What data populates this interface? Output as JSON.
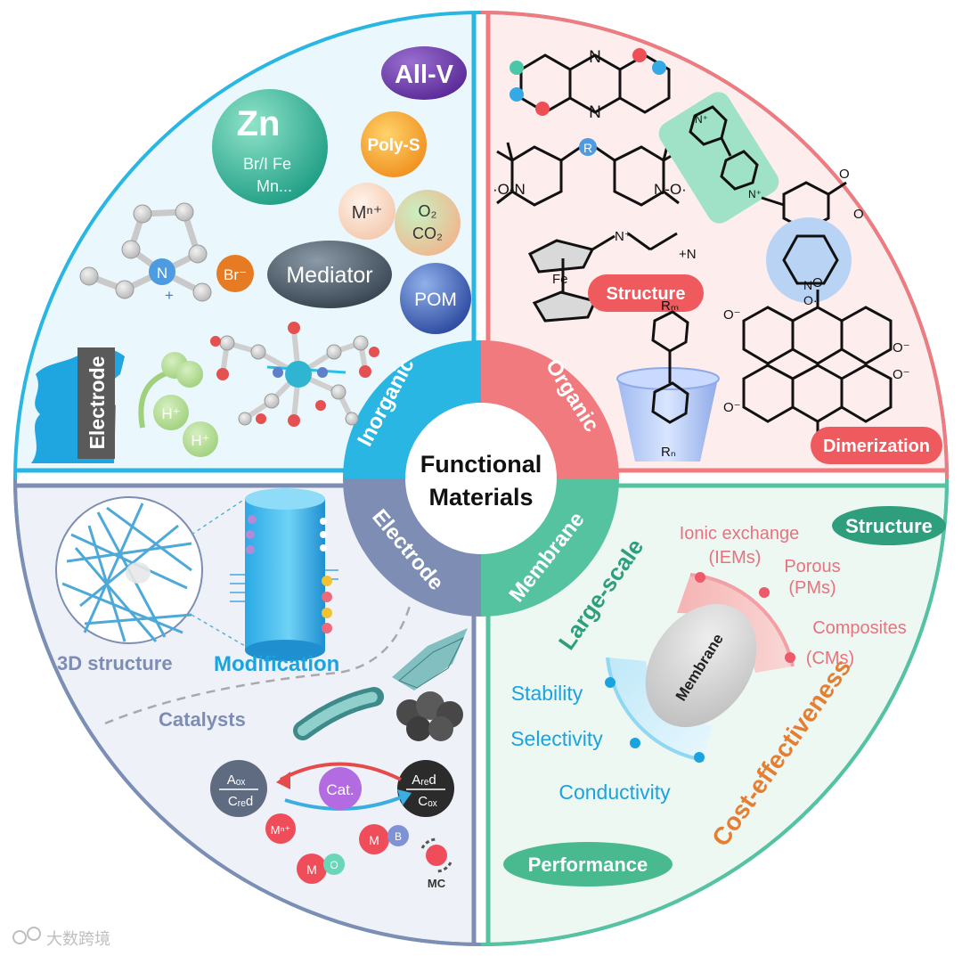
{
  "center": {
    "line1": "Functional",
    "line2": "Materials"
  },
  "quadrants": {
    "inorganic": {
      "tab": "Inorganic",
      "all_v": "All-V",
      "zn": "Zn",
      "zn_sub1": "Br/I Fe",
      "zn_sub2": "Mn...",
      "poly_s": "Poly-S",
      "mn": "Mⁿ⁺",
      "o2": "O₂",
      "co2": "CO₂",
      "br": "Br⁻",
      "mediator": "Mediator",
      "pom": "POM",
      "n_atom": "N",
      "n_plus": "+",
      "electrode": "Electrode",
      "h_plus_1": "H⁺",
      "h_plus_2": "H⁺"
    },
    "organic": {
      "tab": "Organic",
      "structure": "Structure",
      "dimerization": "Dimerization",
      "r_atom": "R",
      "fe_atom": "Fe",
      "rm": "Rₘ",
      "rn": "Rₙ"
    },
    "electrode": {
      "tab": "Electrode",
      "three_d": "3D structure",
      "modification": "Modification",
      "catalysts": "Catalysts",
      "cat": "Cat.",
      "aox": "Aₒₓ",
      "cred": "Cᵣₑd",
      "ared": "Aᵣₑd",
      "cox": "Cₒₓ",
      "mn": "Mⁿ⁺",
      "m1": "M",
      "b": "B",
      "m2": "M",
      "o": "O",
      "mc": "MC"
    },
    "membrane": {
      "tab": "Membrane",
      "structure": "Structure",
      "ionic_exchange": "Ionic exchange",
      "iems": "(IEMs)",
      "porous": "Porous",
      "pms": "(PMs)",
      "composites": "Composites",
      "cms": "(CMs)",
      "large_scale": "Large-scale",
      "membrane_center": "Membrane",
      "stability": "Stability",
      "selectivity": "Selectivity",
      "conductivity": "Conductivity",
      "cost": "Cost-effectiveness",
      "performance": "Performance"
    }
  },
  "watermark": "大数跨境",
  "colors": {
    "inorganic": "#29b6e3",
    "organic": "#f07a7d",
    "electrode": "#7d8db3",
    "membrane": "#55c2a0",
    "cost": "#e67e32"
  }
}
